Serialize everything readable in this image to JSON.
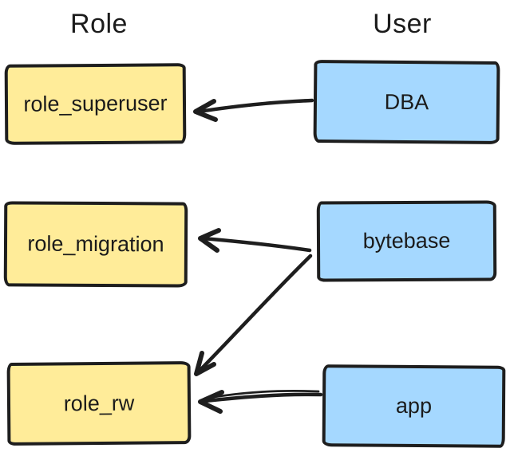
{
  "diagram": {
    "columns": [
      {
        "title": "Role"
      },
      {
        "title": "User"
      }
    ],
    "nodes": [
      {
        "id": "role_superuser",
        "label": "role_superuser",
        "column": "Role"
      },
      {
        "id": "role_migration",
        "label": "role_migration",
        "column": "Role"
      },
      {
        "id": "role_rw",
        "label": "role_rw",
        "column": "Role"
      },
      {
        "id": "DBA",
        "label": "DBA",
        "column": "User"
      },
      {
        "id": "bytebase",
        "label": "bytebase",
        "column": "User"
      },
      {
        "id": "app",
        "label": "app",
        "column": "User"
      }
    ],
    "edges": [
      {
        "from": "DBA",
        "to": "role_superuser"
      },
      {
        "from": "bytebase",
        "to": "role_migration"
      },
      {
        "from": "bytebase",
        "to": "role_rw"
      },
      {
        "from": "app",
        "to": "role_rw"
      }
    ],
    "colors": {
      "role_fill": "#ffec99",
      "user_fill": "#a5d8ff",
      "stroke": "#1e1e1e",
      "background": "#ffffff"
    }
  }
}
